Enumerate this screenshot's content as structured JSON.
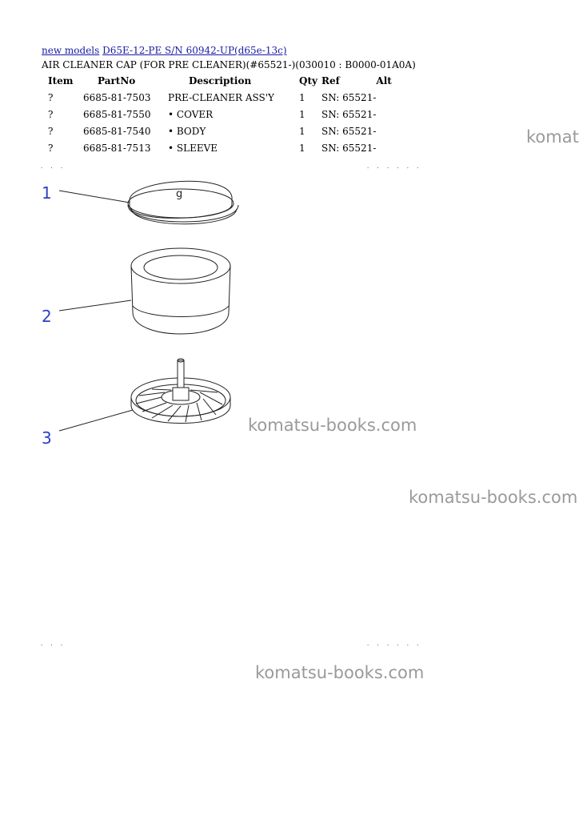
{
  "breadcrumb": {
    "link1": "new models",
    "link2": "D65E-12-PE S/N 60942-UP(d65e-13c)"
  },
  "subtitle": "AIR CLEANER CAP (FOR PRE CLEANER)(#65521-)(030010 : B0000-01A0A)",
  "table": {
    "headers": [
      "Item",
      "PartNo",
      "Description",
      "Qty",
      "Ref",
      "Alt"
    ],
    "rows": [
      {
        "item": "?",
        "part": "6685-81-7503",
        "desc": "PRE-CLEANER ASS'Y",
        "qty": "1",
        "ref": "SN: 65521-",
        "alt": ""
      },
      {
        "item": "?",
        "part": "6685-81-7550",
        "desc": "• COVER",
        "qty": "1",
        "ref": "SN: 65521-",
        "alt": ""
      },
      {
        "item": "?",
        "part": "6685-81-7540",
        "desc": "• BODY",
        "qty": "1",
        "ref": "SN: 65521-",
        "alt": ""
      },
      {
        "item": "?",
        "part": "6685-81-7513",
        "desc": "• SLEEVE",
        "qty": "1",
        "ref": "SN: 65521-",
        "alt": ""
      }
    ]
  },
  "callouts": [
    "1",
    "2",
    "3"
  ],
  "watermarks": [
    "komatsu-books.com",
    "komatsu-books.com",
    "komatsu-books.com",
    "komatsu-books.com"
  ],
  "colors": {
    "link": "#1a1aa6",
    "callout": "#2a3fc8",
    "watermark": "#9a9a9a"
  }
}
